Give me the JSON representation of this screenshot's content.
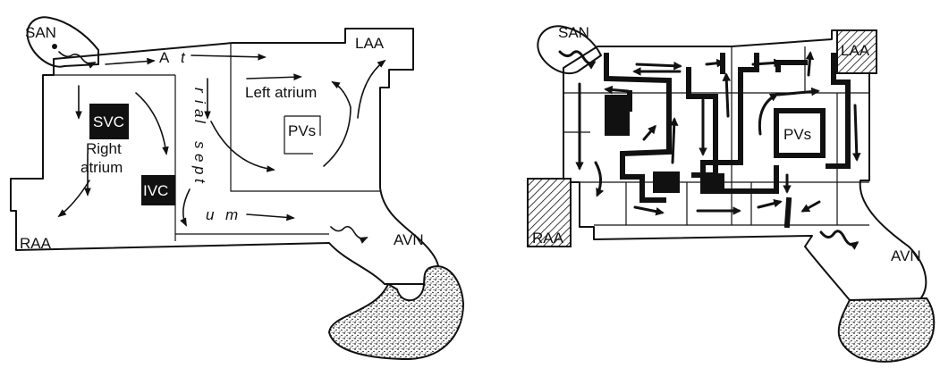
{
  "left_diagram": {
    "san": "SAN",
    "laa": "LAA",
    "raa": "RAA",
    "avn": "AVN",
    "svc": "SVC",
    "ivc": "IVC",
    "pvs": "PVs",
    "right_atrium_line1": "Right",
    "right_atrium_line2": "atrium",
    "left_atrium": "Left atrium",
    "septum_letters": [
      "A",
      "t",
      "r",
      "i",
      "a",
      "l",
      "s",
      "e",
      "p",
      "t",
      "u",
      "m"
    ]
  },
  "right_diagram": {
    "san": "SAN",
    "laa": "LAA",
    "raa": "RAA",
    "avn": "AVN",
    "pvs": "PVs"
  }
}
